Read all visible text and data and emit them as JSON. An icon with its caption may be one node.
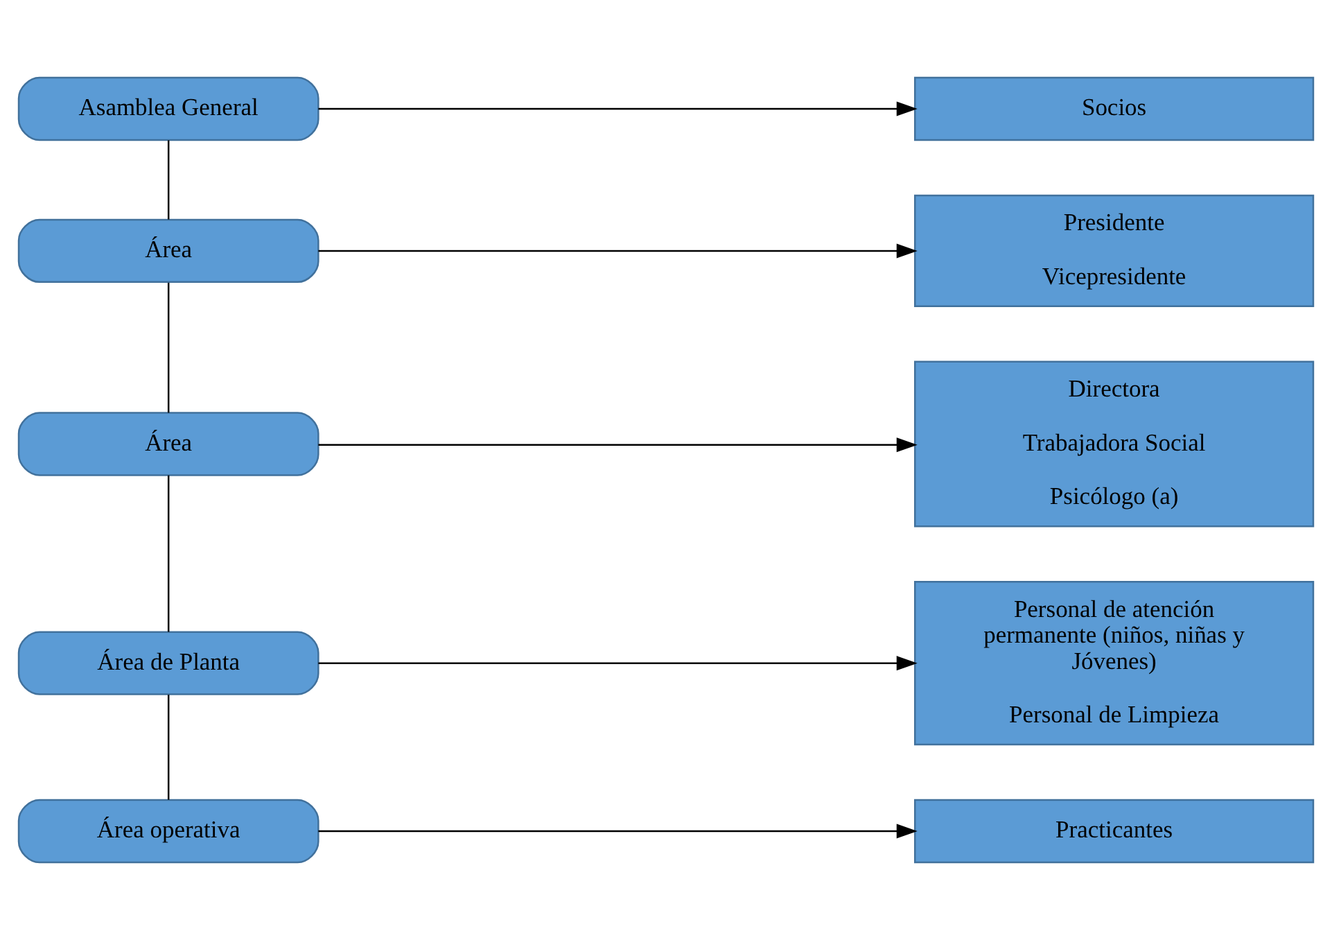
{
  "diagram": {
    "nodes": [
      {
        "text": [
          "Asamblea General"
        ]
      },
      {
        "text": [
          "Socios"
        ]
      },
      {
        "text": [
          "Área"
        ]
      },
      {
        "text": [
          "Presidente",
          "Vicepresidente"
        ]
      },
      {
        "text": [
          "Área"
        ]
      },
      {
        "text": [
          "Directora",
          "Trabajadora Social",
          "Psicólogo (a)"
        ]
      },
      {
        "text": [
          "Área de Planta"
        ]
      },
      {
        "text": [
          "Personal de atención permanente (niños, niñas y Jóvenes)",
          "Personal de Limpieza"
        ]
      },
      {
        "text": [
          "Área operativa"
        ]
      },
      {
        "text": [
          "Practicantes"
        ]
      }
    ],
    "edges": [
      {
        "from": 0,
        "to": 1,
        "arrow": "to"
      },
      {
        "from": 0,
        "to": 2,
        "arrow": "none"
      },
      {
        "from": 2,
        "to": 3,
        "arrow": "to"
      },
      {
        "from": 2,
        "to": 4,
        "arrow": "none"
      },
      {
        "from": 4,
        "to": 5,
        "arrow": "to"
      },
      {
        "from": 4,
        "to": 6,
        "arrow": "none"
      },
      {
        "from": 6,
        "to": 7,
        "arrow": "to"
      },
      {
        "from": 6,
        "to": 8,
        "arrow": "none"
      },
      {
        "from": 8,
        "to": 9,
        "arrow": "to"
      }
    ]
  }
}
